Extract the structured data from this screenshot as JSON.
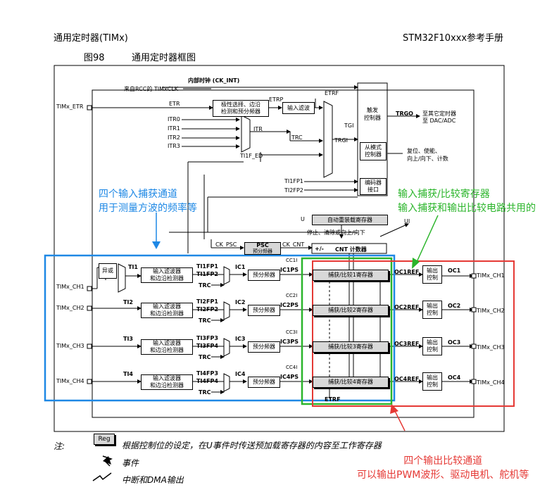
{
  "header": {
    "left": "通用定时器(TIMx)",
    "right": "STM32F10xxx参考手册"
  },
  "figure": {
    "number": "图98",
    "title": "通用定时器框图"
  },
  "signals": {
    "ck_int": "内部时钟 (CK_INT)",
    "rcc": "来自RCC的 TIMxCLK",
    "timx_etr": "TIMx_ETR",
    "etr": "ETR",
    "etrp": "ETRP",
    "etrf": "ETRF",
    "itr0": "ITR0",
    "itr1": "ITR1",
    "itr2": "ITR2",
    "itr3": "ITR3",
    "itr": "ITR",
    "trc": "TRC",
    "tgi": "TGI",
    "trgi": "TRGI",
    "ti1f_ed": "TI1F_ED",
    "ti1fp1_top": "TI1FP1",
    "ti2fp2_top": "TI2FP2",
    "trgo": "TRGO",
    "trgo_dest": "至其它定时器\n至 DAC/ADC",
    "reset_desc": "复位、使能、\n向上/向下、计数",
    "u": "U",
    "ui": "UI",
    "ck_psc": "CK_PSC",
    "ck_cnt": "CK_CNT",
    "plusminus": "+/-",
    "stop_desc": "停止、清除或向上/向下",
    "etrf_bottom": "ETRF"
  },
  "blocks": {
    "polarity": "极性选择、边沿\n检测和预分频器",
    "input_filter": "输入滤波",
    "trigger_ctrl": "触发\n控制器",
    "slave_mode": "从模式\n控制器",
    "encoder": "编码器\n接口",
    "autoreload": "自动重装载寄存器",
    "psc": "PSC",
    "psc_sub": "预分频器",
    "cnt": "CNT 计数器",
    "xor": "异或",
    "filter_edge": "输入滤波器\n和边沿检测器",
    "prescaler": "预分频器",
    "output_ctrl": "输出\n控制"
  },
  "channels": [
    {
      "pin": "TIMx_CH1",
      "ti": "TI1",
      "fp_a": "TI1FP1",
      "fp_b": "TI1FP2",
      "ic": "IC1",
      "icps": "IC1PS",
      "cci": "CC1I",
      "reg": "捕获/比较1寄存器",
      "ref": "OC1REF",
      "oc": "OC1"
    },
    {
      "pin": "TIMx_CH2",
      "ti": "TI2",
      "fp_a": "TI2FP1",
      "fp_b": "TI2FP2",
      "ic": "IC2",
      "icps": "IC2PS",
      "cci": "CC2I",
      "reg": "捕获/比较2寄存器",
      "ref": "OC2REF",
      "oc": "OC2"
    },
    {
      "pin": "TIMx_CH3",
      "ti": "TI3",
      "fp_a": "TI3FP3",
      "fp_b": "TI3FP4",
      "ic": "IC3",
      "icps": "IC3PS",
      "cci": "CC3I",
      "reg": "捕获/比较3寄存器",
      "ref": "OC3REF",
      "oc": "OC3"
    },
    {
      "pin": "TIMx_CH4",
      "ti": "TI4",
      "fp_a": "TI4FP3",
      "fp_b": "TI4FP4",
      "ic": "IC4",
      "icps": "IC4PS",
      "cci": "CC4I",
      "reg": "捕获/比较4寄存器",
      "ref": "OC4REF",
      "oc": "OC4"
    }
  ],
  "annotations": {
    "blue": "四个输入捕获通道\n用于测量方波的频率等",
    "green": "输入捕获/比较寄存器\n输入捕获和输出比较电路共用的",
    "red": "四个输出比较通道\n可以输出PWM波形、驱动电机、舵机等"
  },
  "notes": {
    "label": "注:",
    "reg_box": "Reg",
    "reg_desc": "根据控制位的设定，在U事件时传送预加载寄存器的内容至工作寄存器",
    "event": "事件",
    "irq": "中断和DMA输出"
  },
  "colors": {
    "blue": "#1e88e5",
    "green": "#2bb52b",
    "red": "#e53935"
  }
}
